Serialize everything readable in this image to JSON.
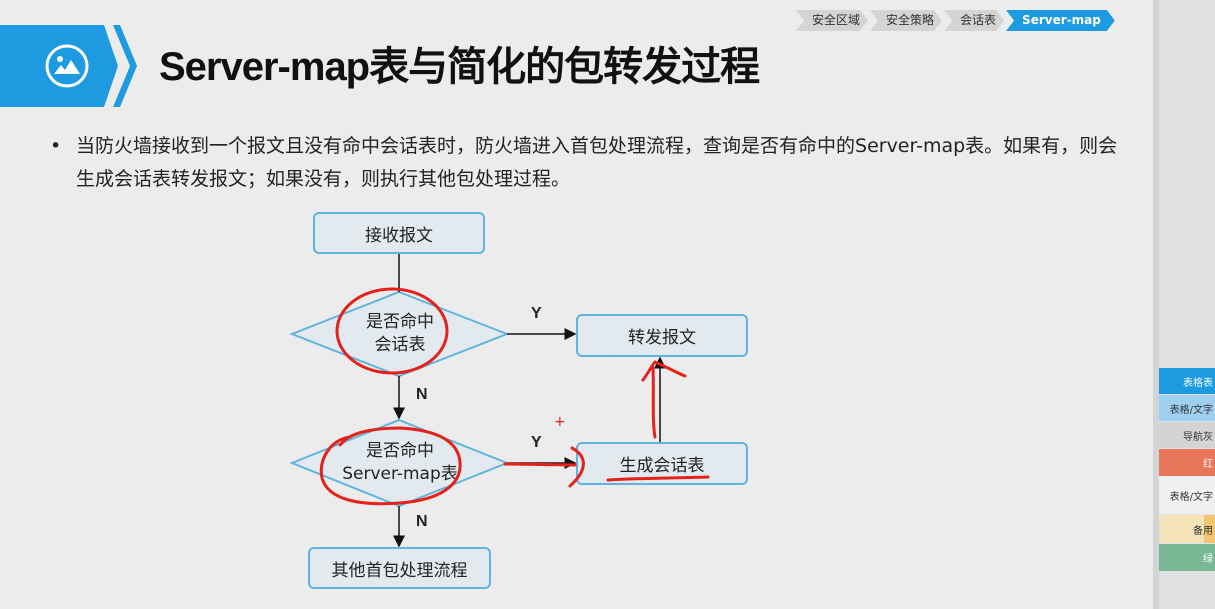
{
  "breadcrumb": {
    "items": [
      {
        "label": "安全区域",
        "active": false
      },
      {
        "label": "安全策略",
        "active": false
      },
      {
        "label": "会话表",
        "active": false
      },
      {
        "label": "Server-map",
        "active": true
      }
    ]
  },
  "header": {
    "icon": "image-icon",
    "title": "Server-map表与简化的包转发过程"
  },
  "body": {
    "bullet_marker": "•",
    "bullet_text": "当防火墙接收到一个报文且没有命中会话表时，防火墙进入首包处理流程，查询是否有命中的Server-map表。如果有，则会生成会话表转发报文；如果没有，则执行其他包处理过程。"
  },
  "flowchart": {
    "nodes": {
      "receive": "接收报文",
      "decision_session": [
        "是否命中",
        "会话表"
      ],
      "forward": "转发报文",
      "decision_servermap": [
        "是否命中",
        "Server-map表"
      ],
      "create_session": "生成会话表",
      "other": "其他首包处理流程"
    },
    "edge_labels": {
      "session_yes": "Y",
      "session_no": "N",
      "servermap_yes": "Y",
      "servermap_no": "N"
    },
    "annotation_cursor": "+"
  },
  "side_palette": {
    "swatches": [
      {
        "label": "表格表",
        "color": "#1e9be0",
        "text": "#ffffff"
      },
      {
        "label": "表格/文字",
        "color": "#9ccff0",
        "text": "#333333"
      },
      {
        "label": "导航灰",
        "color": "#d4d4d4",
        "text": "#333333"
      },
      {
        "label": "红",
        "color": "#e8775a",
        "text": "#ffffff"
      },
      {
        "label": "表格/文字",
        "color": "#eef0f2",
        "text": "#333333"
      },
      {
        "label": "备用",
        "color": "#f4e3b8",
        "text": "#333333"
      },
      {
        "label": "绿",
        "color": "#7ab996",
        "text": "#ffffff"
      }
    ]
  },
  "colors": {
    "accent": "#1e9be0",
    "node_border": "#5fb3de",
    "node_fill": "#e3eaef",
    "annotation": "#e5211b"
  }
}
